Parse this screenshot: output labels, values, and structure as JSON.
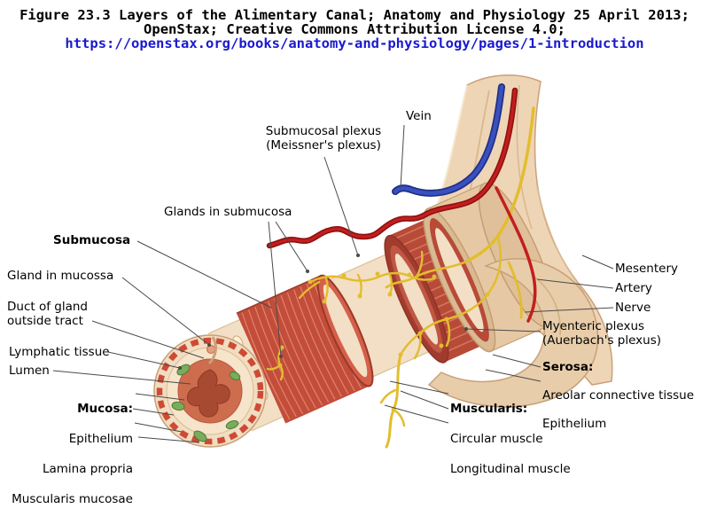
{
  "title": {
    "line1": "Figure 23.3 Layers of the Alimentary Canal; Anatomy and Physiology 25 April 2013;",
    "line2": "OpenStax; Creative Commons Attribution License 4.0;",
    "link": "https://openstax.org/books/anatomy-and-physiology/pages/1-introduction"
  },
  "labels": {
    "vein": "Vein",
    "submucosal_plexus": "Submucosal plexus\n(Meissner's plexus)",
    "glands_in_submucosa": "Glands in submucosa",
    "submucosa": "Submucosa",
    "gland_in_mucossa": "Gland in mucossa",
    "duct_of_gland": "Duct of gland\noutside tract",
    "lymphatic_tissue": "Lymphatic tissue",
    "lumen": "Lumen",
    "mucosa": {
      "heading": "Mucosa:",
      "items": [
        "Epithelium",
        "Lamina propria",
        "Muscularis mucosae"
      ]
    },
    "mesentery": "Mesentery",
    "artery": "Artery",
    "nerve": "Nerve",
    "myenteric_plexus": "Myenteric plexus\n(Auerbach's plexus)",
    "serosa": {
      "heading": "Serosa:",
      "items": [
        "Areolar connective tissue",
        "Epithelium"
      ]
    },
    "muscularis": {
      "heading": "Muscularis:",
      "items": [
        "Circular muscle",
        "Longitudinal muscle"
      ]
    }
  },
  "colors": {
    "link_blue": "#1a1acd",
    "artery_red": "#c41e1e",
    "vein_blue": "#223084",
    "nerve_yellow": "#e2bd2e",
    "muscle_red": "#c24d3a",
    "submucosa_cream": "#f3dfc5",
    "serosa_tan": "#e8cdaa",
    "lymph_green": "#79ad5c"
  }
}
